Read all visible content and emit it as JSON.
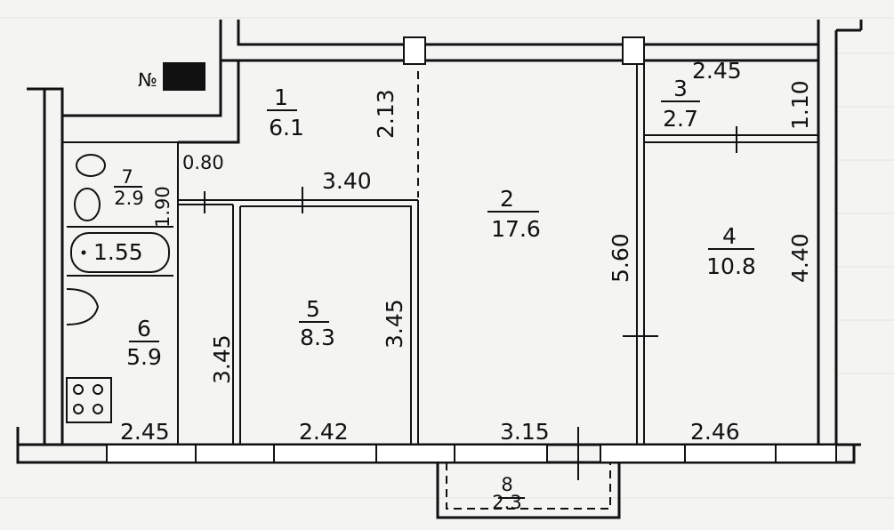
{
  "plan": {
    "apartment_no_prefix": "№",
    "rooms": [
      {
        "id": "1",
        "area": "6.1"
      },
      {
        "id": "2",
        "area": "17.6"
      },
      {
        "id": "3",
        "area": "2.7"
      },
      {
        "id": "4",
        "area": "10.8"
      },
      {
        "id": "5",
        "area": "8.3"
      },
      {
        "id": "6",
        "area": "5.9"
      },
      {
        "id": "7",
        "area": "2.9"
      },
      {
        "id": "8",
        "area": "2.3"
      }
    ],
    "dimensions": [
      "2.45",
      "2.13",
      "1.10",
      "0.80",
      "3.40",
      "1.90",
      "1.55",
      "5.60",
      "4.40",
      "3.45",
      "3.45",
      "2.45",
      "2.42",
      "3.15",
      "2.46"
    ]
  }
}
